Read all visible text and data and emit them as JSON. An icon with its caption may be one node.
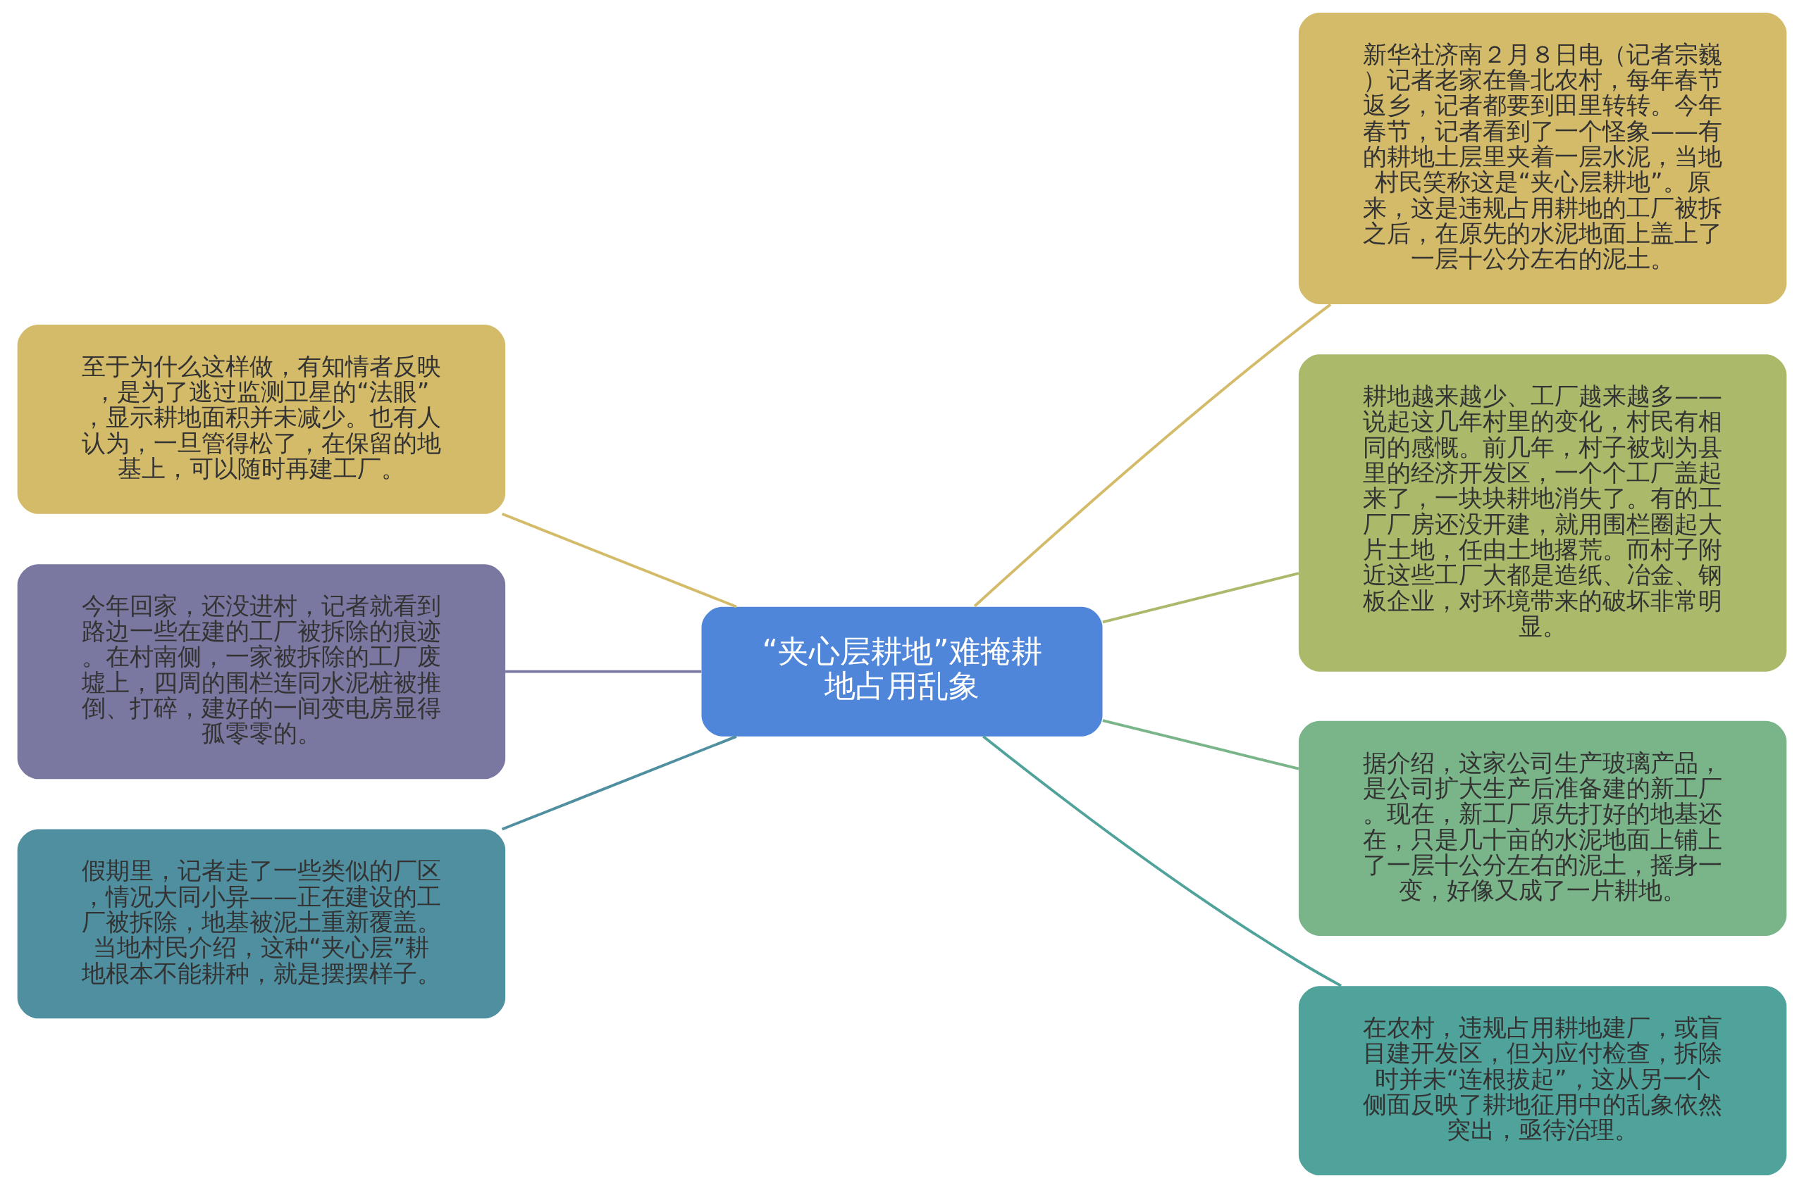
{
  "diagram": {
    "nodes": [
      {
        "text": [
          "“夹心层耕地”难掩耕地占用乱象"
        ]
      },
      {
        "text": [
          "新华社济南２月８日电（记者宗巍）记者老家在鲁北农村，每年春节返乡，记者都要到田里转转。今年春节，记者看到了一个怪象——有的耕地土层里夹着一层水泥，当地村民笑称这是“夹心层耕地”。原来，这是违规占用耕地的工厂被拆之后，在原先的水泥地面上盖上了一层十公分左右的泥土。"
        ]
      },
      {
        "text": [
          "耕地越来越少、工厂越来越多——说起这几年村里的变化，村民有相同的感慨。前几年，村子被划为县里的经济开发区，一个个工厂盖起来了，一块块耕地消失了。有的工厂厂房还没开建，就用围栏圈起大片土地，任由土地撂荒。而村子附近这些工厂大都是造纸、冶金、钢板企业，对环境带来的破坏非常明显。"
        ]
      },
      {
        "text": [
          "据介绍，这家公司生产玻璃产品，是公司扩大生产后准备建的新工厂。现在，新工厂原先打好的地基还在，只是几十亩的水泥地面上铺上了一层十公分左右的泥土，摇身一变，好像又成了一片耕地。"
        ]
      },
      {
        "text": [
          "在农村，违规占用耕地建厂，或盲目建开发区，但为应付检查，拆除时并未“连根拔起”，这从另一个侧面反映了耕地征用中的乱象依然突出，亟待治理。"
        ]
      },
      {
        "text": [
          "至于为什么这样做，有知情者反映，是为了逃过监测卫星的“法眼”，显示耕地面积并未减少。也有人认为，一旦管得松了，在保留的地基上，可以随时再建工厂。"
        ]
      },
      {
        "text": [
          "今年回家，还没进村，记者就看到路边一些在建的工厂被拆除的痕迹。在村南侧，一家被拆除的工厂废墟上，四周的围栏连同水泥桩被推倒、打碎，建好的一间变电房显得孤零零的。"
        ]
      },
      {
        "text": [
          "假期里，记者走了一些类似的厂区，情况大同小异——正在建设的工厂被拆除，地基被泥土重新覆盖。当地村民介绍，这种“夹心层”耕地根本不能耕种，就是摆摆样子。"
        ]
      }
    ],
    "edges": [
      {
        "from": 0,
        "to": 1,
        "arrow": "none",
        "color": "#d4bb6a"
      },
      {
        "from": 0,
        "to": 2,
        "arrow": "none",
        "color": "#aab96a"
      },
      {
        "from": 0,
        "to": 3,
        "arrow": "none",
        "color": "#7ab58a"
      },
      {
        "from": 0,
        "to": 4,
        "arrow": "none",
        "color": "#4fa39a"
      },
      {
        "from": 0,
        "to": 5,
        "arrow": "none",
        "color": "#d4bb6a"
      },
      {
        "from": 0,
        "to": 6,
        "arrow": "none",
        "color": "#7a77a0"
      },
      {
        "from": 0,
        "to": 7,
        "arrow": "none",
        "color": "#4f8fa0"
      }
    ]
  }
}
